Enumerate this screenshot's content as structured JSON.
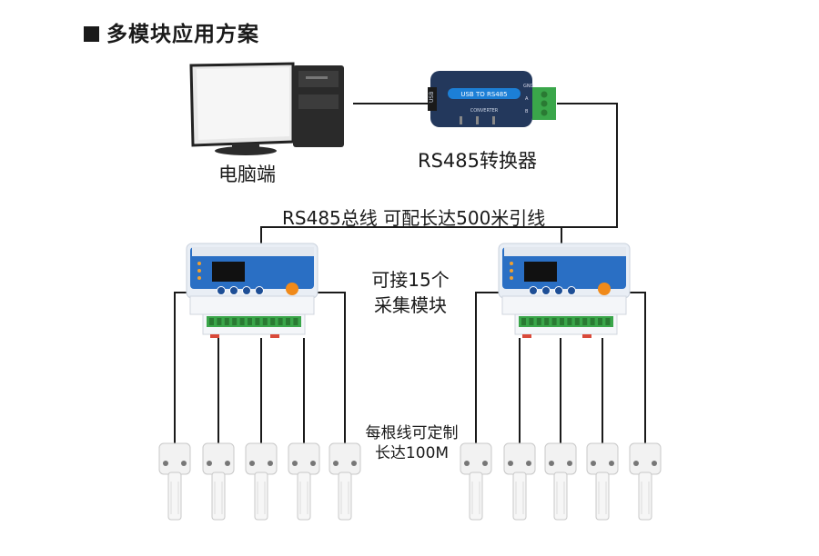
{
  "title": "多模块应用方案",
  "labels": {
    "pc": "电脑端",
    "converter": "RS485转换器",
    "bus": "RS485总线 可配长达500米引线",
    "modules_line1": "可接15个",
    "modules_line2": "采集模块",
    "wire_line1": "每根线可定制",
    "wire_line2": "长达100M"
  },
  "converter_face": {
    "text": "USB TO RS485",
    "subtext": "CONVERTER",
    "side": "USB",
    "pins": [
      "GND",
      "A",
      "B"
    ]
  },
  "colors": {
    "line": "#1a1a1a",
    "module_blue": "#2a6fc4",
    "terminal_green": "#3aa64a",
    "converter_body": "#23385c"
  },
  "sensors_per_module": 5
}
